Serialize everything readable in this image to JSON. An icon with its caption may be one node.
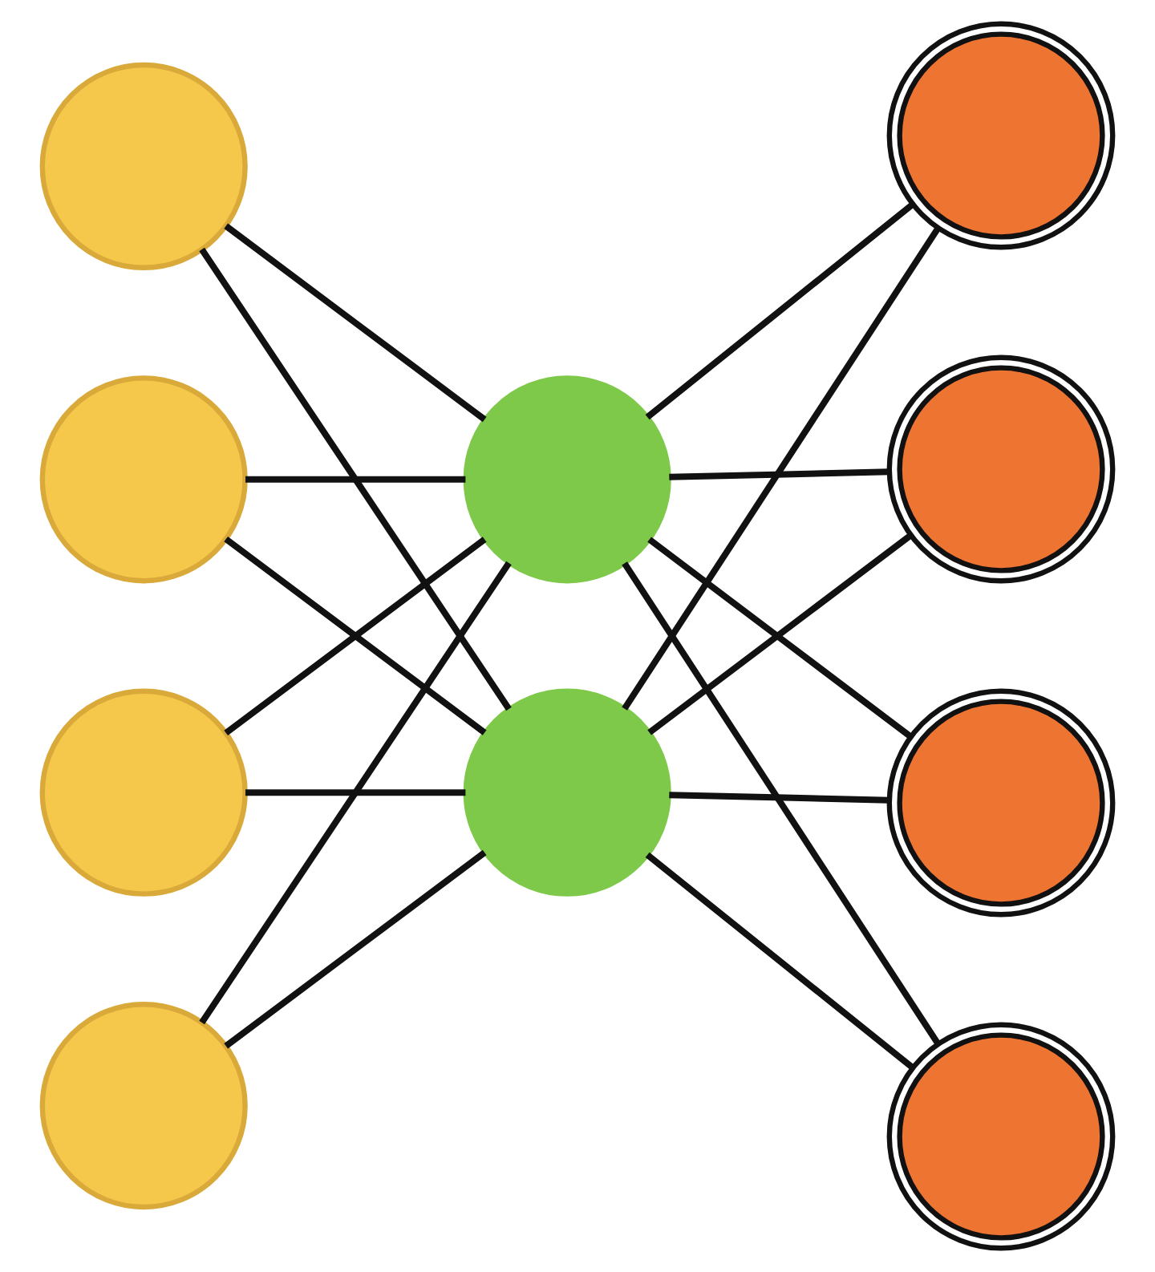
{
  "diagram": {
    "nodes": [
      {
        "text": [],
        "shape": "circle"
      },
      {
        "text": [],
        "shape": "circle"
      },
      {
        "text": [],
        "shape": "circle"
      },
      {
        "text": [],
        "shape": "circle"
      },
      {
        "text": [],
        "shape": "circle"
      },
      {
        "text": [],
        "shape": "circle"
      },
      {
        "text": [],
        "shape": "circle"
      },
      {
        "text": [],
        "shape": "circle"
      },
      {
        "text": [],
        "shape": "circle"
      },
      {
        "text": [],
        "shape": "circle"
      }
    ],
    "edges": [
      {
        "from": 0,
        "to": 4,
        "arrow": "none"
      },
      {
        "from": 0,
        "to": 5,
        "arrow": "none"
      },
      {
        "from": 1,
        "to": 4,
        "arrow": "none"
      },
      {
        "from": 1,
        "to": 5,
        "arrow": "none"
      },
      {
        "from": 2,
        "to": 4,
        "arrow": "none"
      },
      {
        "from": 2,
        "to": 5,
        "arrow": "none"
      },
      {
        "from": 3,
        "to": 4,
        "arrow": "none"
      },
      {
        "from": 3,
        "to": 5,
        "arrow": "none"
      },
      {
        "from": 4,
        "to": 6,
        "arrow": "none"
      },
      {
        "from": 4,
        "to": 7,
        "arrow": "none"
      },
      {
        "from": 4,
        "to": 8,
        "arrow": "none"
      },
      {
        "from": 4,
        "to": 9,
        "arrow": "none"
      },
      {
        "from": 5,
        "to": 6,
        "arrow": "none"
      },
      {
        "from": 5,
        "to": 7,
        "arrow": "none"
      },
      {
        "from": 5,
        "to": 8,
        "arrow": "none"
      },
      {
        "from": 5,
        "to": 9,
        "arrow": "none"
      }
    ]
  }
}
